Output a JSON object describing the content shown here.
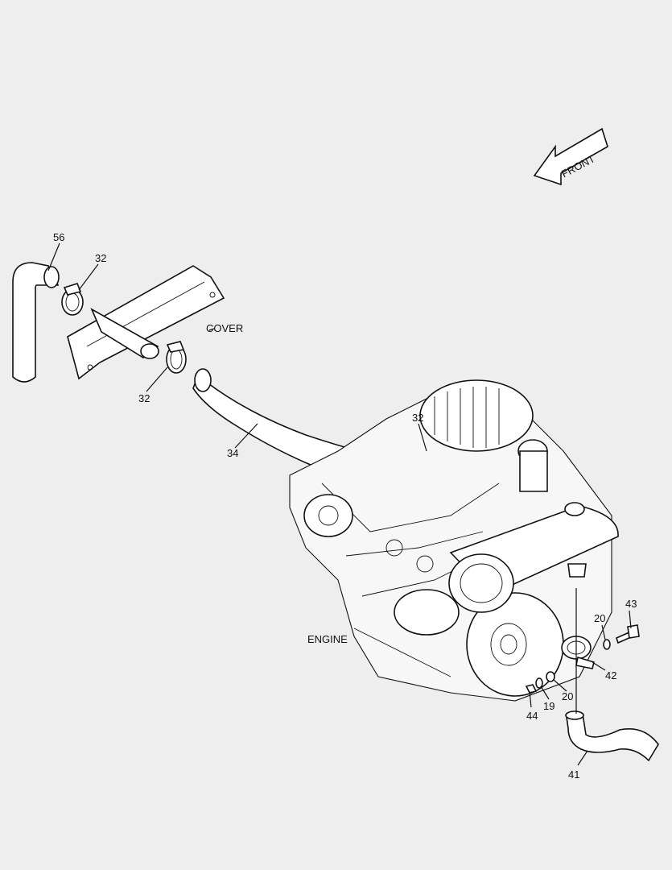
{
  "orientation": {
    "arrow_label": "FRONT"
  },
  "area_labels": {
    "cover": "COVER",
    "engine": "ENGINE"
  },
  "callouts": {
    "c56": "56",
    "c32_top": "32",
    "c32_left": "32",
    "c32_right": "32",
    "c34": "34",
    "c43": "43",
    "c20_top": "20",
    "c42": "42",
    "c20_bottom": "20",
    "c19": "19",
    "c44": "44",
    "c41": "41"
  }
}
